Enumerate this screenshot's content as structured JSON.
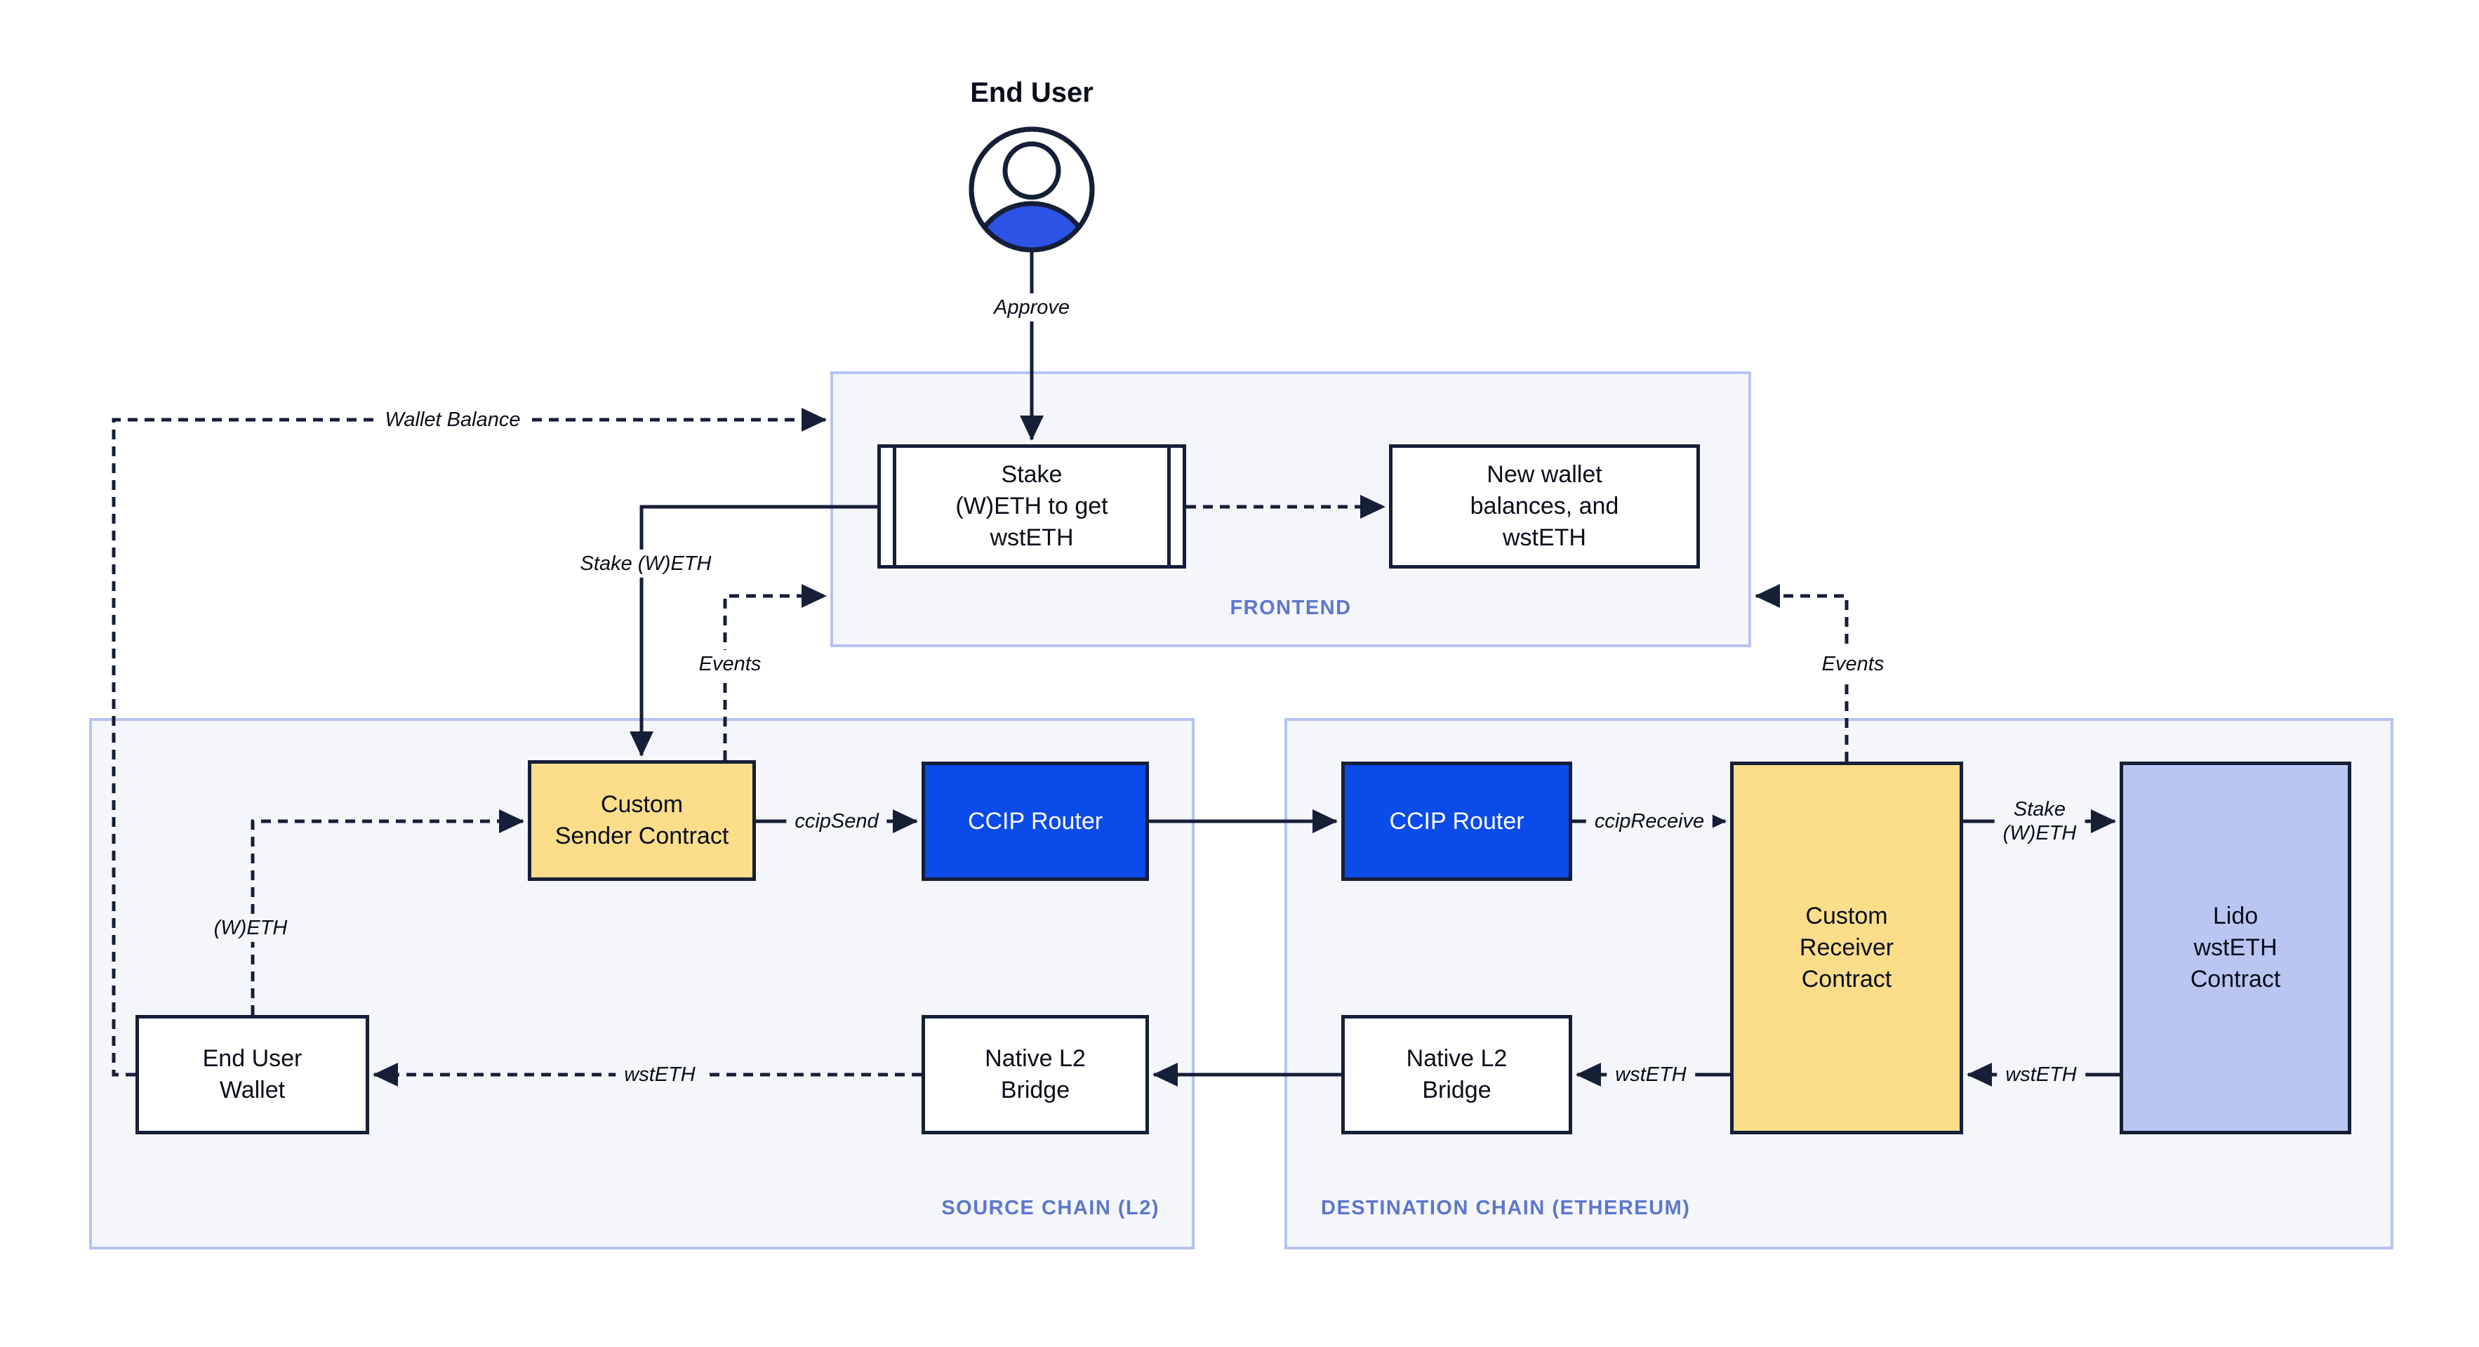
{
  "actor": {
    "name": "End User",
    "approve": "Approve"
  },
  "frontend": {
    "label": "FRONTEND",
    "stake_box": "Stake\n(W)ETH to get\nwstETH",
    "new_wallet_box": "New wallet\nbalances, and\nwstETH"
  },
  "source_chain": {
    "label": "SOURCE CHAIN (L2)",
    "sender": "Custom\nSender Contract",
    "router": "CCIP Router",
    "wallet": "End User\nWallet",
    "bridge": "Native L2\nBridge"
  },
  "dest_chain": {
    "label": "DESTINATION CHAIN (ETHEREUM)",
    "router": "CCIP Router",
    "receiver": "Custom\nReceiver\nContract",
    "lido": "Lido\nwstETH\nContract",
    "bridge": "Native L2\nBridge"
  },
  "edges": {
    "wallet_balance": "Wallet Balance",
    "stake_weth": "Stake (W)ETH",
    "events_left": "Events",
    "events_right": "Events",
    "ccip_send": "ccipSend",
    "ccip_receive": "ccipReceive",
    "weth": "(W)ETH",
    "stake_weth_dest": "Stake\n(W)ETH",
    "wsteth_to_wallet": "wstETH",
    "wsteth_to_bridge": "wstETH",
    "wsteth_from_lido": "wstETH"
  },
  "colors": {
    "ink": "#161F38",
    "text": "#0A0E1C",
    "container_fill": "#F5F6FC",
    "container_border": "#B7C3F0",
    "section_label": "#5C77CC",
    "router_blue": "#0B4BEA",
    "contract_yellow": "#FBDD8A",
    "lido_lavender": "#B9C6F2",
    "avatar_blue": "#2C52E6",
    "page_bg": "#FFFFFF"
  }
}
